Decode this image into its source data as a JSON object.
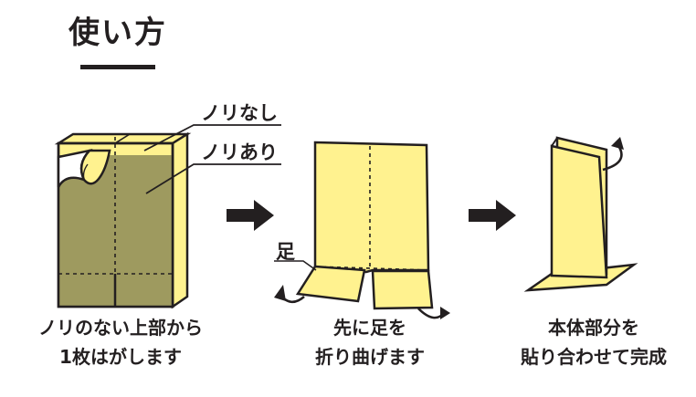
{
  "title": "使い方",
  "labels": {
    "no_glue": "ノリなし",
    "with_glue": "ノリあり",
    "foot": "足"
  },
  "captions": {
    "step1_line1": "ノリのない上部から",
    "step1_line2": "1枚はがします",
    "step2_line1": "先に足を",
    "step2_line2": "折り曲げます",
    "step3_line1": "本体部分を",
    "step3_line2": "貼り合わせて完成"
  },
  "colors": {
    "paper": "#fff28f",
    "glue_area": "#9e9a5f",
    "outline": "#231f20"
  }
}
